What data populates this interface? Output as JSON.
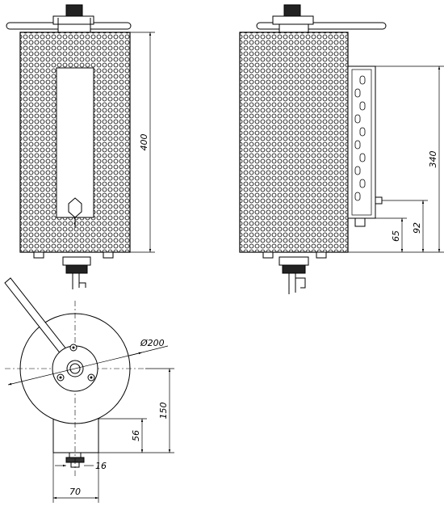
{
  "drawing": {
    "front_view": {
      "height_label": "400"
    },
    "side_view": {
      "panel_height_label": "340",
      "pipe_height_label": "92",
      "bottom_height_label": "65"
    },
    "top_view": {
      "diameter_label": "Ø200",
      "offset_label": "150",
      "box_depth_label": "56",
      "outlet_label": "16",
      "box_width_label": "70"
    }
  }
}
